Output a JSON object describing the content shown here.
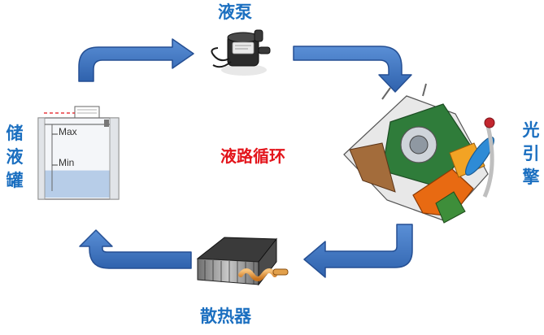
{
  "diagram": {
    "title": "液路循环",
    "nodes": {
      "pump": {
        "label": "液泵"
      },
      "engine": {
        "label": "光引擎"
      },
      "radiator": {
        "label": "散热器"
      },
      "tank": {
        "label": "储液罐",
        "max_mark": "Max",
        "min_mark": "Min",
        "fill_level": 0.38
      }
    },
    "flow": [
      "储液罐",
      "液泵",
      "光引擎",
      "散热器",
      "储液罐"
    ]
  },
  "colors": {
    "arrow_fill": "#3f77c7",
    "arrow_stroke": "#254f93",
    "label": "#1b6fc0",
    "title": "#e3141b",
    "coolant": "#b7cde8"
  }
}
